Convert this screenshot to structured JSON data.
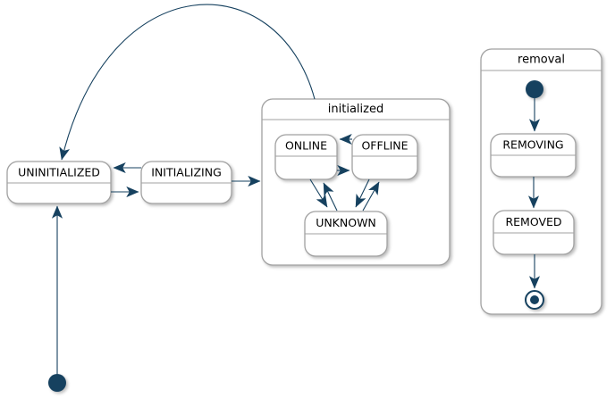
{
  "diagram": {
    "type": "state-machine-diagram",
    "background": "#ffffff",
    "colors": {
      "arrow": "#16415f",
      "state_border": "#a2a2a2",
      "state_fill": "#ffffff",
      "text": "#000000"
    },
    "states": {
      "uninitialized": {
        "label": "UNINITIALIZED"
      },
      "initializing": {
        "label": "INITIALIZING"
      }
    },
    "composites": {
      "initialized": {
        "title": "initialized",
        "states": {
          "online": {
            "label": "ONLINE"
          },
          "offline": {
            "label": "OFFLINE"
          },
          "unknown": {
            "label": "UNKNOWN"
          }
        }
      },
      "removal": {
        "title": "removal",
        "states": {
          "removing": {
            "label": "REMOVING"
          },
          "removed": {
            "label": "REMOVED"
          }
        },
        "pseudostates": {
          "initial": "initial",
          "final": "final"
        }
      }
    },
    "pseudostates": {
      "initial": "initial"
    },
    "transitions": [
      {
        "from": "initial",
        "to": "UNINITIALIZED"
      },
      {
        "from": "UNINITIALIZED",
        "to": "INITIALIZING"
      },
      {
        "from": "INITIALIZING",
        "to": "UNINITIALIZED"
      },
      {
        "from": "INITIALIZING",
        "to": "initialized"
      },
      {
        "from": "initialized",
        "to": "UNINITIALIZED"
      },
      {
        "from": "OFFLINE",
        "to": "ONLINE"
      },
      {
        "from": "ONLINE",
        "to": "OFFLINE"
      },
      {
        "from": "ONLINE",
        "to": "UNKNOWN"
      },
      {
        "from": "UNKNOWN",
        "to": "ONLINE"
      },
      {
        "from": "OFFLINE",
        "to": "UNKNOWN"
      },
      {
        "from": "UNKNOWN",
        "to": "OFFLINE"
      },
      {
        "from": "removal.initial",
        "to": "REMOVING"
      },
      {
        "from": "REMOVING",
        "to": "REMOVED"
      },
      {
        "from": "REMOVED",
        "to": "removal.final"
      }
    ]
  }
}
